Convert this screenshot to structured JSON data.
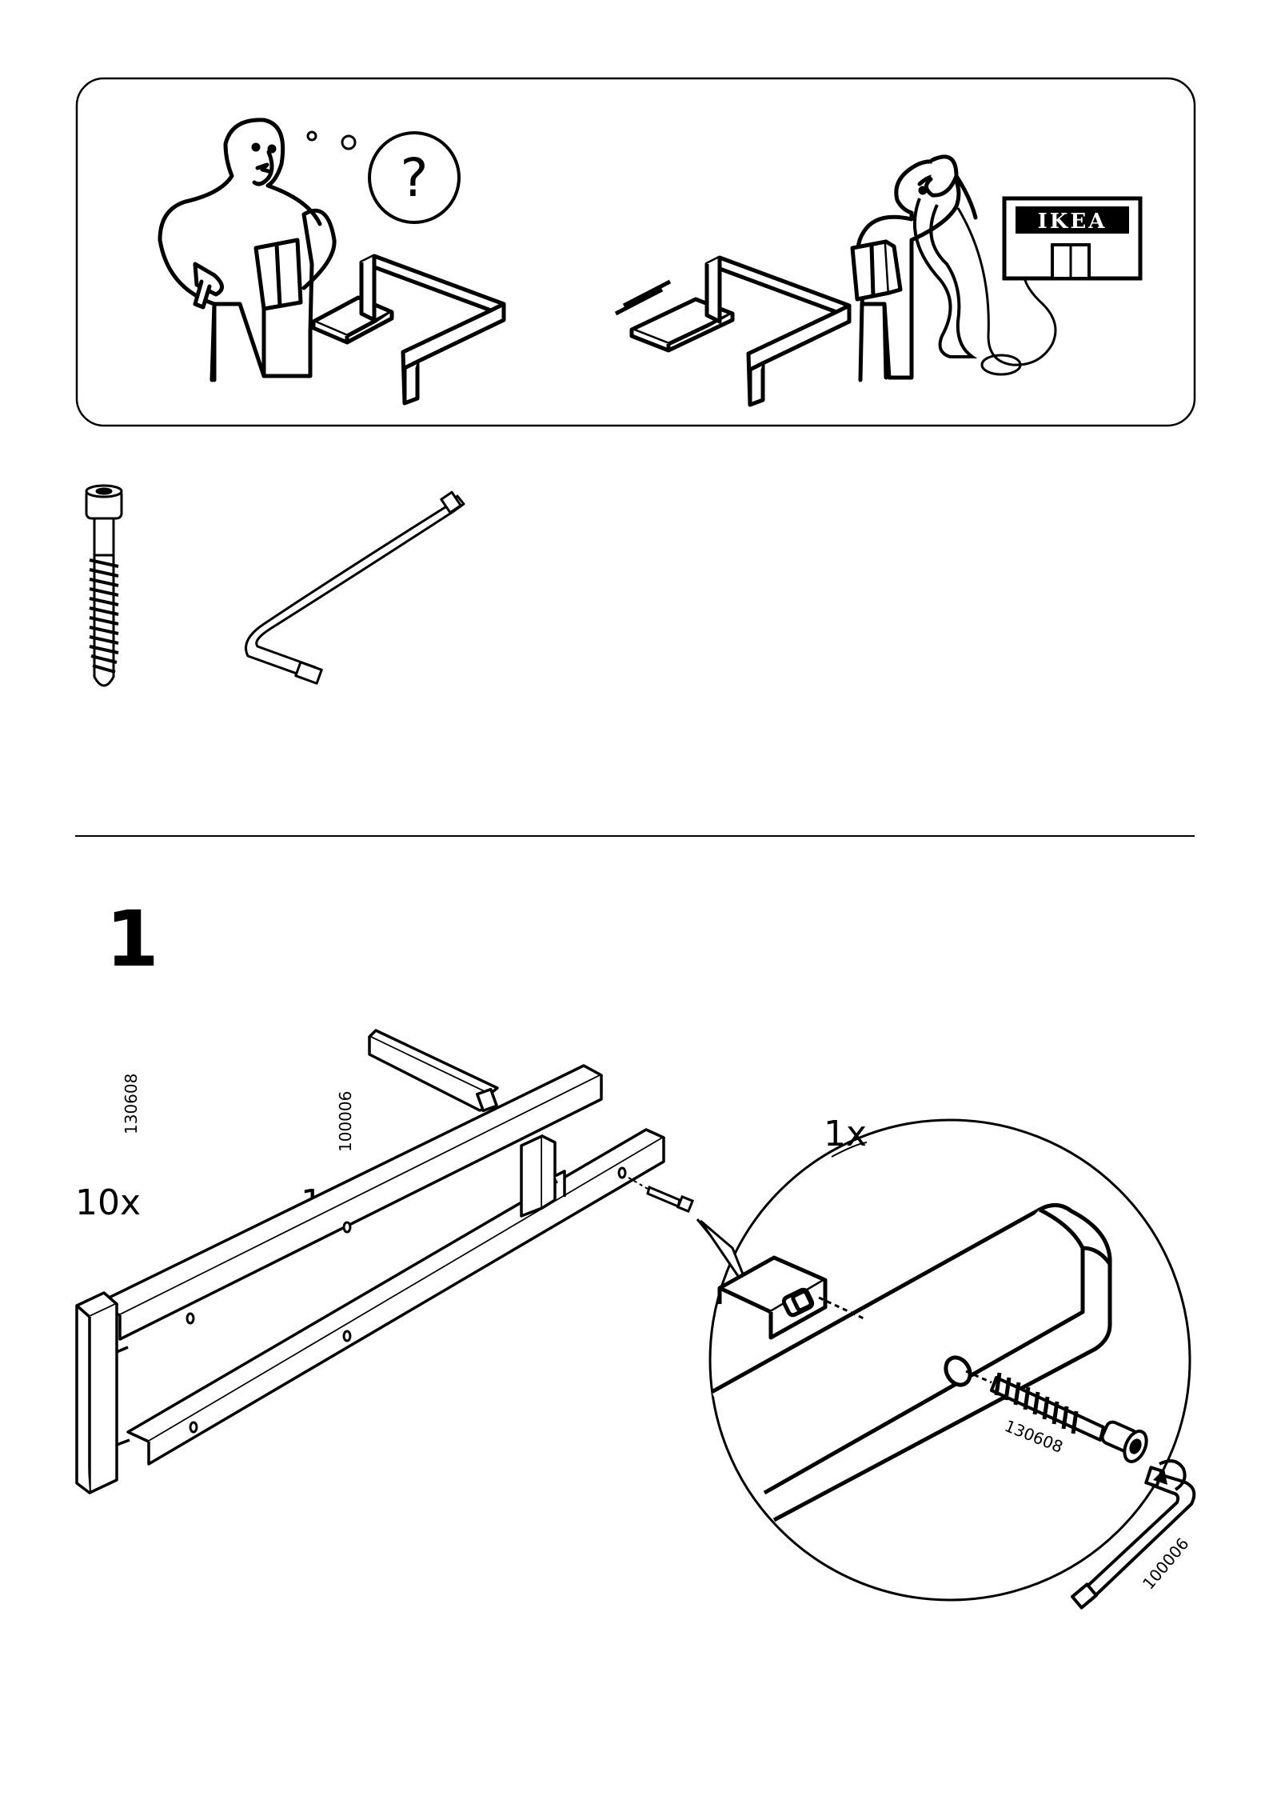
{
  "help_panel": {
    "question_mark": "?",
    "store_sign": "IKEA"
  },
  "parts": [
    {
      "id": "screw",
      "article_number": "130608",
      "quantity": "10x",
      "icon": "screw-icon"
    },
    {
      "id": "allen-key",
      "article_number": "100006",
      "quantity": "1x",
      "icon": "allen-key-icon"
    }
  ],
  "step": {
    "number": "1",
    "detail_quantity": "1x",
    "detail_screw_number": "130608",
    "detail_key_number": "100006"
  },
  "colors": {
    "ink": "#000000",
    "paper": "#ffffff",
    "shade": "#bfbfbf"
  }
}
